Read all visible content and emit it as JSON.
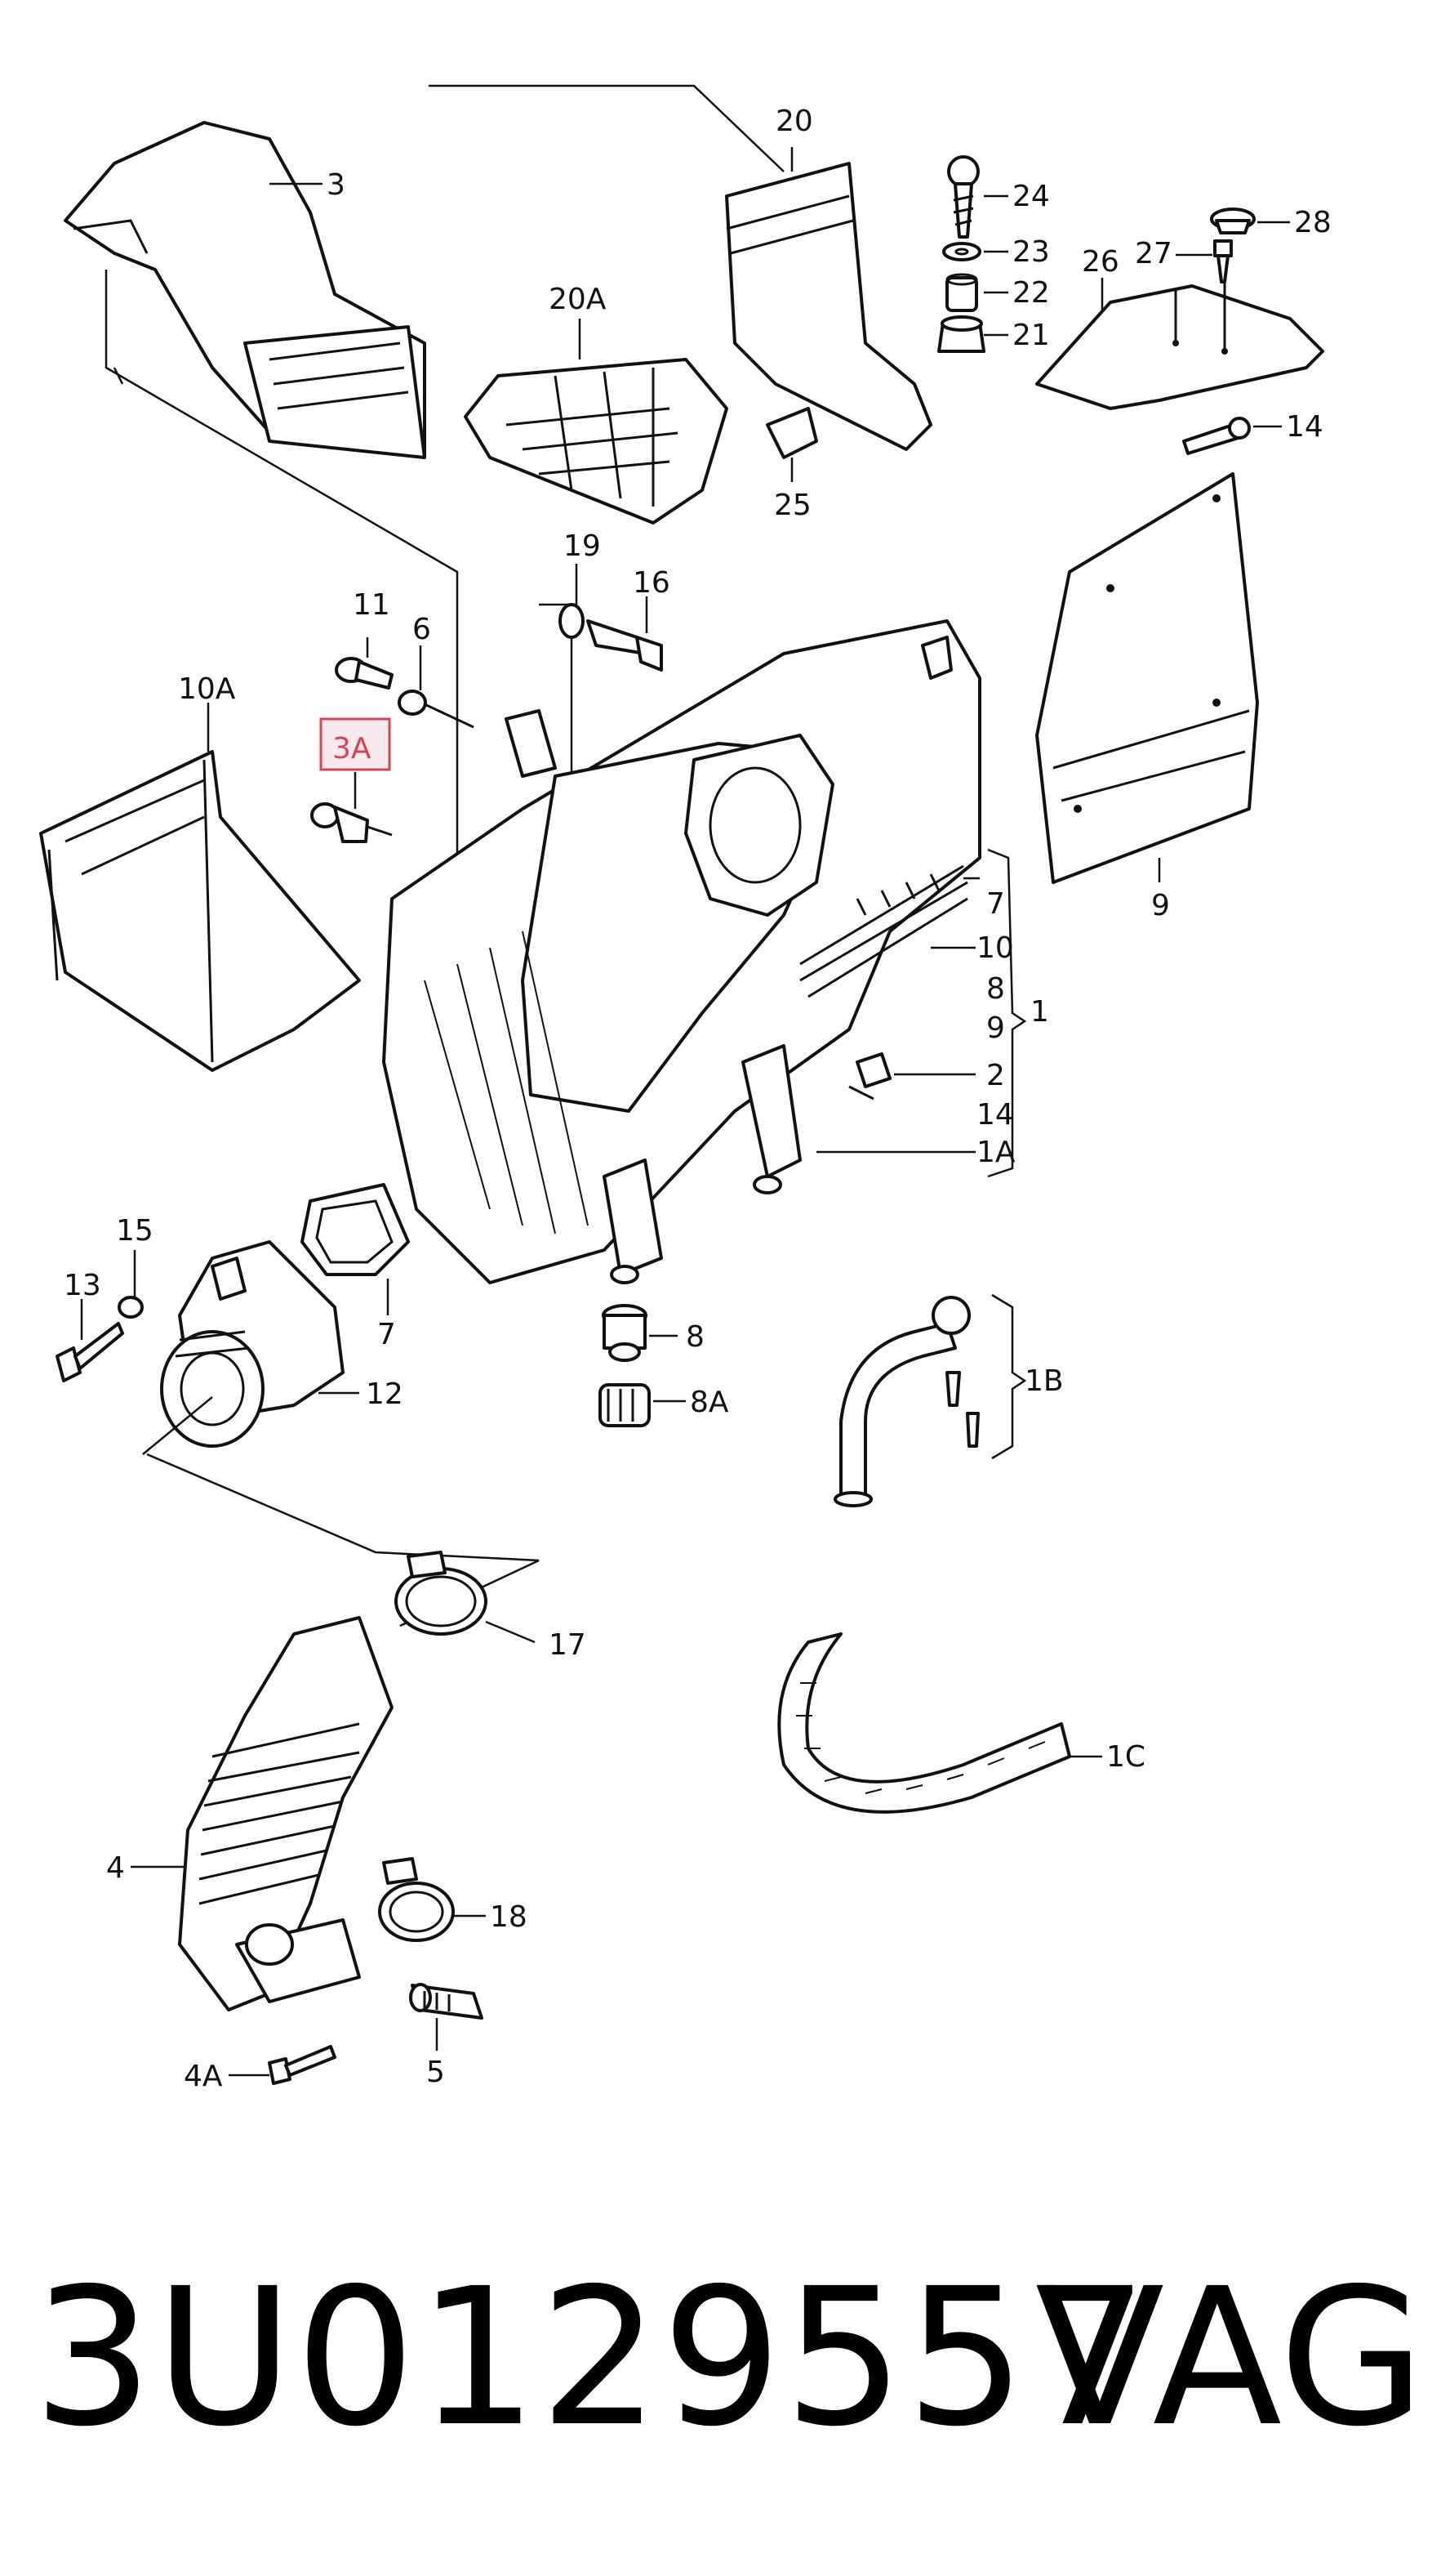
{
  "callouts": {
    "p3": "3",
    "p20": "20",
    "p24": "24",
    "p23": "23",
    "p22": "22",
    "p21": "21",
    "p28": "28",
    "p27": "27",
    "p26": "26",
    "p14a": "14",
    "p20a": "20A",
    "p25": "25",
    "p19": "19",
    "p16": "16",
    "p11": "11",
    "p6": "6",
    "p10a": "10A",
    "p3a": "3A",
    "p7a": "7",
    "p10": "10",
    "p8a": "8",
    "p9a": "9",
    "p2": "2",
    "p14b": "14",
    "p1a": "1A",
    "p1": "1",
    "p9": "9",
    "p15": "15",
    "p13": "13",
    "p7": "7",
    "p12": "12",
    "p8": "8",
    "p8b": "8A",
    "p1b": "1B",
    "p17": "17",
    "p1c": "1C",
    "p4": "4",
    "p18": "18",
    "p4a": "4A",
    "p5": "5"
  },
  "highlight": {
    "label": "3A",
    "color": "#d9435a"
  },
  "footer": {
    "part_number": "3U0129557",
    "brand": "VAG"
  }
}
